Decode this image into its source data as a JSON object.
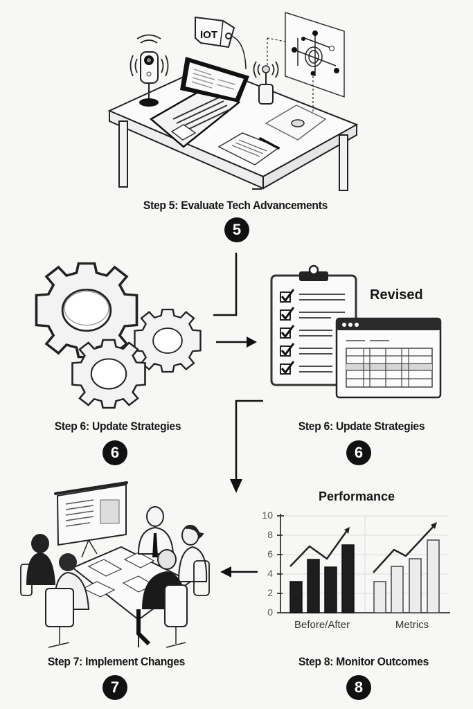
{
  "steps": [
    {
      "id": "step5",
      "label": "Step 5: Evaluate Tech Advancements",
      "number": "5"
    },
    {
      "id": "step6a",
      "label": "Step 6: Update Strategies",
      "number": "6"
    },
    {
      "id": "step6b",
      "label": "Step 6: Update Strategies",
      "number": "6"
    },
    {
      "id": "step7",
      "label": "Step 7: Implement Changes",
      "number": "7"
    },
    {
      "id": "step8",
      "label": "Step 8: Monitor Outcomes",
      "number": "8"
    }
  ],
  "illustrations": {
    "tech_desk": {
      "iot_box_label": "IOT"
    },
    "revised_docs": {
      "label": "Revised"
    }
  },
  "chart_data": {
    "type": "bar",
    "title": "Performance",
    "xlabel": "",
    "ylabel": "",
    "ylim": [
      0,
      10
    ],
    "yticks": [
      0,
      2,
      4,
      6,
      8,
      10
    ],
    "grid": true,
    "categories": [
      "Before/After",
      "Metrics"
    ],
    "series": [
      {
        "name": "Before/After",
        "fill": "#1e1e1e",
        "values": [
          3.2,
          5.5,
          4.7,
          7.0
        ]
      },
      {
        "name": "Metrics",
        "fill": "#ececec",
        "values": [
          3.2,
          4.8,
          5.6,
          7.5
        ]
      }
    ],
    "annotations": [
      "upward trend arrow over each group"
    ]
  },
  "colors": {
    "background": "#f7f7f5",
    "ink": "#161616",
    "badge": "#111111",
    "grid": "#d8d8d8"
  }
}
